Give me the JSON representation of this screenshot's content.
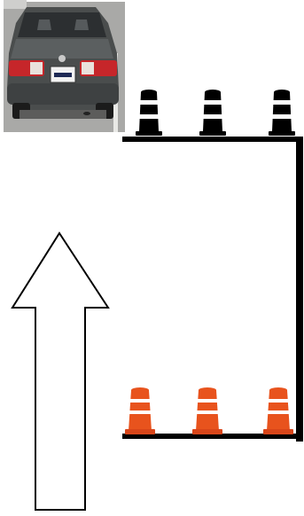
{
  "diagram": {
    "car_photo": {
      "plate_text": "",
      "body_color": "#4a4d4d",
      "pavement_color": "#a9a9a7",
      "taillight_color": "#c6262a"
    },
    "top_barrels": {
      "count": 3,
      "color": "#000000",
      "stripe_color": "#ffffff"
    },
    "bottom_barrels": {
      "count": 3,
      "color": "#e8531d",
      "stripe_color": "#ffffff"
    },
    "path_line_color": "#000000",
    "arrow": {
      "direction": "up",
      "stroke_color": "#000000",
      "fill_color": "#ffffff"
    }
  }
}
